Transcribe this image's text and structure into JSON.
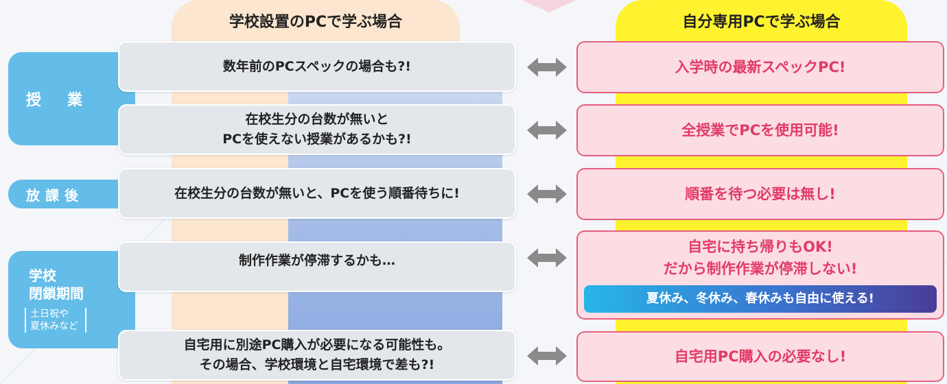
{
  "headers": {
    "left": "学校設置のPCで学ぶ場合",
    "right": "自分専用PCで学ぶ場合"
  },
  "labels": {
    "class": "授業",
    "after_school": "放課後",
    "closed_title": "学校\n閉鎖期間",
    "closed_note": "土日祝や\n夏休みなど"
  },
  "left_items": [
    "数年前のPCスペックの場合も?!",
    "在校生分の台数が無いと\nPCを使えない授業があるかも?!",
    "在校生分の台数が無いと、PCを使う順番待ちに!",
    "制作作業が停滞するかも…",
    "自宅用に別途PC購入が必要になる可能性も。\nその場合、学校環境と自宅環境で差も?!"
  ],
  "right_items": [
    "入学時の最新スペックPC!",
    "全授業でPCを使用可能!",
    "順番を待つ必要は無し!",
    "自宅に持ち帰りもOK!\nだから制作作業が停滞しない!",
    "自宅用PC購入の必要なし!"
  ],
  "right_sub": "夏休み、冬休み、春休みも自由に使える!",
  "colors": {
    "label_blue": "#64bde8",
    "pink_border": "#e55f80",
    "pink_text": "#e23a66",
    "yellow": "#fff22e",
    "peach": "#fce6cf"
  },
  "icons": {
    "arrow": "double-headed-arrow-icon"
  }
}
